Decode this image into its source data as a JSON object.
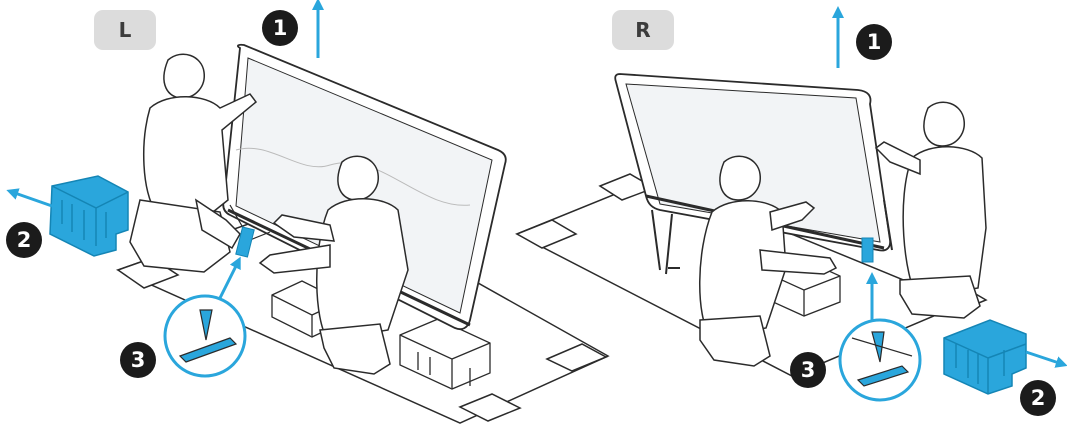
{
  "sides": [
    {
      "id": "left",
      "label": "L"
    },
    {
      "id": "right",
      "label": "R"
    }
  ],
  "steps": {
    "left": [
      {
        "id": "lift",
        "number": "1"
      },
      {
        "id": "remove-foam",
        "number": "2"
      },
      {
        "id": "attach-stand",
        "number": "3"
      }
    ],
    "right": [
      {
        "id": "lift",
        "number": "1"
      },
      {
        "id": "remove-foam",
        "number": "2"
      },
      {
        "id": "attach-stand",
        "number": "3"
      }
    ]
  },
  "colors": {
    "accent": "#2aa6dc",
    "accent_dark": "#1485b5",
    "line": "#2b2b2b",
    "badge": "#1b1b1b",
    "label_box": "#dcdcdc"
  },
  "icons": [
    "up-arrow-icon",
    "right-arrow-icon",
    "left-arrow-icon",
    "foam-block-icon",
    "stand-foot-icon"
  ]
}
